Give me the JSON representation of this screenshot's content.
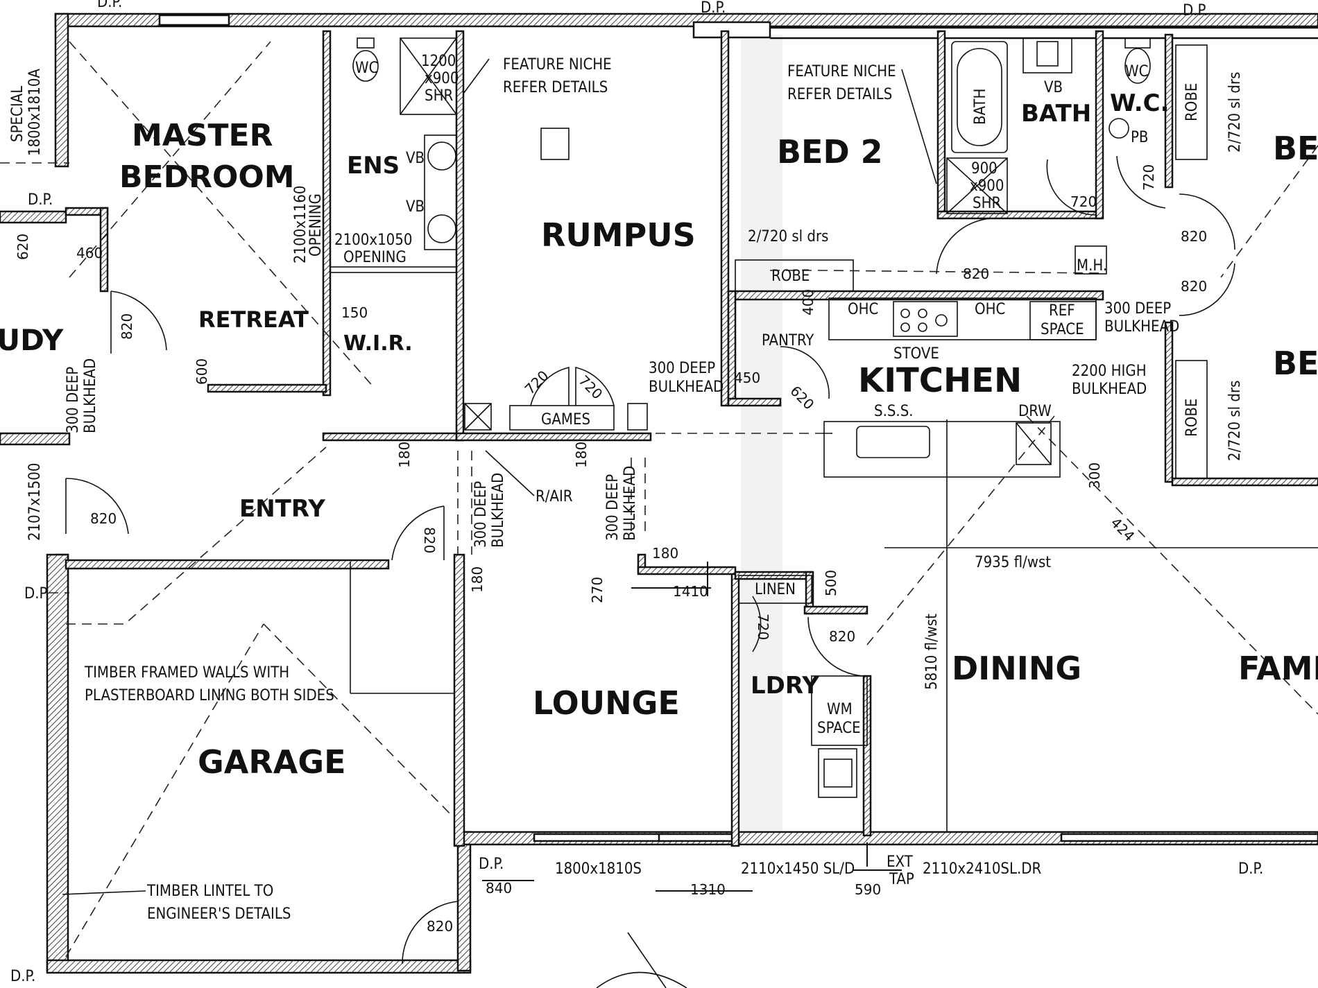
{
  "rooms": {
    "master_line1": "MASTER",
    "master_line2": "BEDROOM",
    "retreat": "RETREAT",
    "ens": "ENS",
    "wir": "W.I.R.",
    "rumpus": "RUMPUS",
    "bed2": "BED 2",
    "bath": "BATH",
    "wc": "W.C.",
    "kitchen": "KITCHEN",
    "entry": "ENTRY",
    "study": "UDY",
    "lounge": "LOUNGE",
    "garage": "GARAGE",
    "ldry": "LDRY",
    "dining": "DINING",
    "family": "FAMI",
    "bed3": "BE",
    "bed4": "BE"
  },
  "labels": {
    "wc1": "WC",
    "shr1_a": "1200",
    "shr1_b": "x900",
    "shr1_c": "SHR",
    "vb1": "VB",
    "vb2": "VB",
    "feature_niche1_a": "FEATURE NICHE",
    "feature_niche1_b": "REFER DETAILS",
    "feature_niche2_a": "FEATURE NICHE",
    "feature_niche2_b": "REFER DETAILS",
    "opening1_a": "2100x1160",
    "opening1_b": "OPENING",
    "opening2_a": "2100x1050",
    "opening2_b": "OPENING",
    "bath_fixture": "BATH",
    "vb3": "VB",
    "wc2": "WC",
    "pb": "PB",
    "shr2_a": "900",
    "shr2_b": "x900",
    "shr2_c": "SHR",
    "robe1": "ROBE",
    "robe2": "ROBE",
    "robe3": "ROBE",
    "sl_drs1": "2/720 sl drs",
    "sl_drs2": "2/720 sl drs",
    "sl_drs3": "2/720 sl drs",
    "ohc1": "OHC",
    "ohc2": "OHC",
    "stove": "STOVE",
    "ref_space_a": "REF",
    "ref_space_b": "SPACE",
    "pantry": "PANTRY",
    "mh": "M.H.",
    "games": "GAMES",
    "bulkhead_300a": "300 DEEP",
    "bulkhead_300b": "BULKHEAD",
    "bulkhead_300c": "300 DEEP",
    "bulkhead_300d": "BULKHEAD",
    "bulkhead_300e": "300 DEEP",
    "bulkhead_300f": "BULKHEAD",
    "bulkhead_300g": "300 DEEP",
    "bulkhead_300h": "BULKHEAD",
    "bulkhead_300i": "300 DEEP",
    "bulkhead_300j": "BULKHEAD",
    "bulkhead_2200a": "2200 HIGH",
    "bulkhead_2200b": "BULKHEAD",
    "sss": "S.S.S.",
    "drw": "DRW",
    "r_air": "R/AIR",
    "linen": "LINEN",
    "wm_a": "WM",
    "wm_b": "SPACE",
    "timber_walls_a": "TIMBER FRAMED WALLS WITH",
    "timber_walls_b": "PLASTERBOARD LINING BOTH SIDES",
    "timber_lintel_a": "TIMBER LINTEL TO",
    "timber_lintel_b": "ENGINEER'S DETAILS",
    "fl_wst_h": "7935 fl/wst",
    "fl_wst_v": "5810 fl/wst",
    "ext_tap_a": "EXT",
    "ext_tap_b": "TAP",
    "special_a": "SPECIAL",
    "special_b": "1800x1810A",
    "win_2107": "2107x1500",
    "win_1800": "1800x1810S",
    "win_2110_1450": "2110x1450 SL/D",
    "win_2110_2410": "2110x2410SL.DR",
    "dp1": "D.P.",
    "dp2": "D.P.",
    "dp3": "D.P.",
    "dp4": "D.P.",
    "dp5": "D.P.",
    "dp6": "D.P.",
    "dp7": "D.P.",
    "dp8": "D.P."
  },
  "dimensions": {
    "d620": "620",
    "d460": "460",
    "d820a": "820",
    "d600": "600",
    "d150": "150",
    "d820b": "820",
    "d820c": "820",
    "d180a": "180",
    "d180b": "180",
    "d180c": "180",
    "d180d": "180",
    "d720a": "720",
    "d720b": "720",
    "d720c": "720",
    "d720d": "720",
    "d720e": "720",
    "d820d": "820",
    "d820e": "820",
    "d820f": "820",
    "d400": "400",
    "d450": "450",
    "d620b": "620",
    "d300": "300",
    "d424": "424",
    "d270": "270",
    "d1410": "1410",
    "d500": "500",
    "d820g": "820",
    "d840": "840",
    "d1310": "1310",
    "d590": "590",
    "d820h": "820"
  }
}
